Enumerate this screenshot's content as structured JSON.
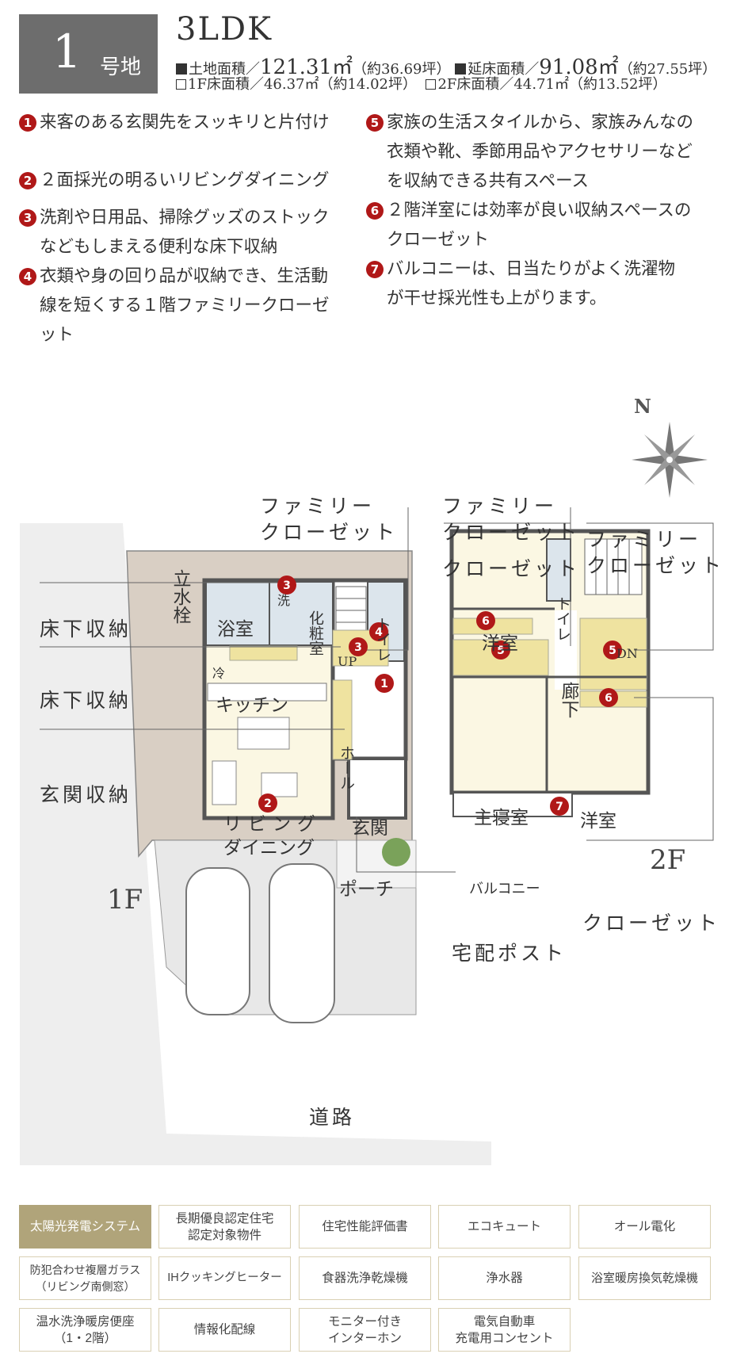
{
  "header": {
    "lot_number": "1",
    "lot_suffix": "号地",
    "layout_type": "3LDK",
    "land_area_label": "土地面積／",
    "land_area_value": "121.31㎡",
    "land_area_tsubo": "（約36.69坪）",
    "floor_area_label": "延床面積／",
    "floor_area_value": "91.08㎡",
    "floor_area_tsubo": "（約27.55坪）",
    "f1_area": "1F床面積／46.37㎡（約14.02坪）",
    "f2_area": "2F床面積／44.71㎡（約13.52坪）"
  },
  "features": [
    {
      "num": "1",
      "lines": [
        "来客のある玄関先をスッキリと片付け"
      ]
    },
    {
      "num": "2",
      "lines": [
        "２面採光の明るいリビングダイニング"
      ]
    },
    {
      "num": "3",
      "lines": [
        "洗剤や日用品、掃除グッズのストック",
        "などもしまえる便利な床下収納"
      ]
    },
    {
      "num": "4",
      "lines": [
        "衣類や身の回り品が収納でき、生活動",
        "線を短くする１階ファミリークローゼ",
        "ット"
      ]
    },
    {
      "num": "5",
      "lines": [
        "家族の生活スタイルから、家族みんなの",
        "衣類や靴、季節用品やアクセサリーなど",
        "を収納できる共有スペース"
      ]
    },
    {
      "num": "6",
      "lines": [
        "２階洋室には効率が良い収納スペースの",
        "クローゼット"
      ]
    },
    {
      "num": "7",
      "lines": [
        "バルコニーは、日当たりがよく洗濯物",
        "が干せ採光性も上がります。"
      ]
    }
  ],
  "compass": {
    "north": "N"
  },
  "plan_labels": {
    "family_closet_1": "ファミリー\nクローゼット",
    "family_closet_2": "ファミリー\nクローゼット",
    "family_closet_3": "ファミリー\nクローゼット",
    "closet_2f_top": "クローゼット",
    "closet_2f_bottom": "クローゼット",
    "underfloor_1": "床下収納",
    "underfloor_2": "床下収納",
    "entrance_storage": "玄関収納",
    "delivery_post": "宅配ポスト",
    "road": "道路",
    "floor_1f": "1F",
    "floor_2f": "2F"
  },
  "rooms_1f": {
    "hydrant": "立水栓",
    "bath": "浴室",
    "wash": "洗",
    "powder": "化粧室",
    "toilet": "トイレ",
    "up": "UP",
    "fridge": "冷",
    "kitchen": "キッチン",
    "hall": "ホール",
    "living": "リビング",
    "dining": "ダイニング",
    "genkan": "玄関",
    "porch": "ポーチ"
  },
  "rooms_2f": {
    "western_1": "洋室",
    "toilet": "トイレ",
    "dn": "DN",
    "corridor": "廊下",
    "master": "主寝室",
    "western_2": "洋室",
    "balcony": "バルコニー"
  },
  "equipment": [
    {
      "label": "太陽光発電システム",
      "highlight": true
    },
    {
      "label": "長期優良認定住宅\n認定対象物件",
      "highlight": false
    },
    {
      "label": "住宅性能評価書",
      "highlight": false
    },
    {
      "label": "エコキュート",
      "highlight": false
    },
    {
      "label": "オール電化",
      "highlight": false
    },
    {
      "label": "防犯合わせ複層ガラス\n（リビング南側窓）",
      "highlight": false
    },
    {
      "label": "IHクッキングヒーター",
      "highlight": false
    },
    {
      "label": "食器洗浄乾燥機",
      "highlight": false
    },
    {
      "label": "浄水器",
      "highlight": false
    },
    {
      "label": "浴室暖房換気乾燥機",
      "highlight": false
    },
    {
      "label": "温水洗浄暖房便座\n（1・2階）",
      "highlight": false
    },
    {
      "label": "情報化配線",
      "highlight": false
    },
    {
      "label": "モニター付き\nインターホン",
      "highlight": false
    },
    {
      "label": "電気自動車\n充電用コンセント",
      "highlight": false
    }
  ],
  "colors": {
    "badge": "#b01818",
    "header_box": "#6d6d6d",
    "equip_highlight": "#b0a47a",
    "storage": "#efe3a0"
  }
}
